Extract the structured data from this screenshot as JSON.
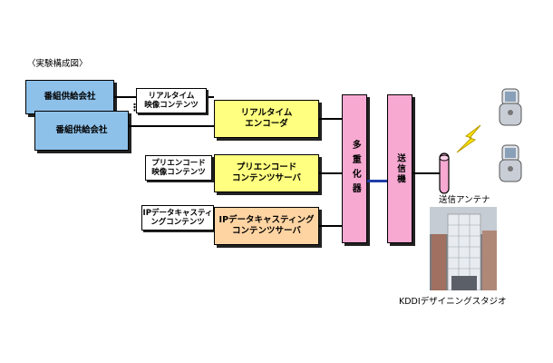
{
  "title": "〈実験構成図〉",
  "providers": [
    "番組供給会社",
    "番組供給会社"
  ],
  "dots": "⋮",
  "notes": {
    "realtime": [
      "リアルタイム",
      "映像コンテンツ"
    ],
    "preencode": [
      "プリエンコード",
      "映像コンテンツ"
    ],
    "ipdc": [
      "IPデータキャスティ",
      "ングコンテンツ"
    ]
  },
  "boxes": {
    "encoder": [
      "リアルタイム",
      "エンコーダ"
    ],
    "preencode_server": [
      "プリエンコード",
      "コンテンツサーバ"
    ],
    "ipdc_server": [
      "IPデータキャスティング",
      "コンテンツサーバ"
    ]
  },
  "mux": "多重化器",
  "transmitter": "送信機",
  "antenna_label": "送信アンテナ",
  "studio_label": "KDDIデザイニングスタジオ",
  "colors": {
    "provider": "#8ec1ea",
    "encoder": "#ffff80",
    "ipdc": "#ffd4a3",
    "mux": "#f7a9d2",
    "link": "#1f3fa8"
  }
}
